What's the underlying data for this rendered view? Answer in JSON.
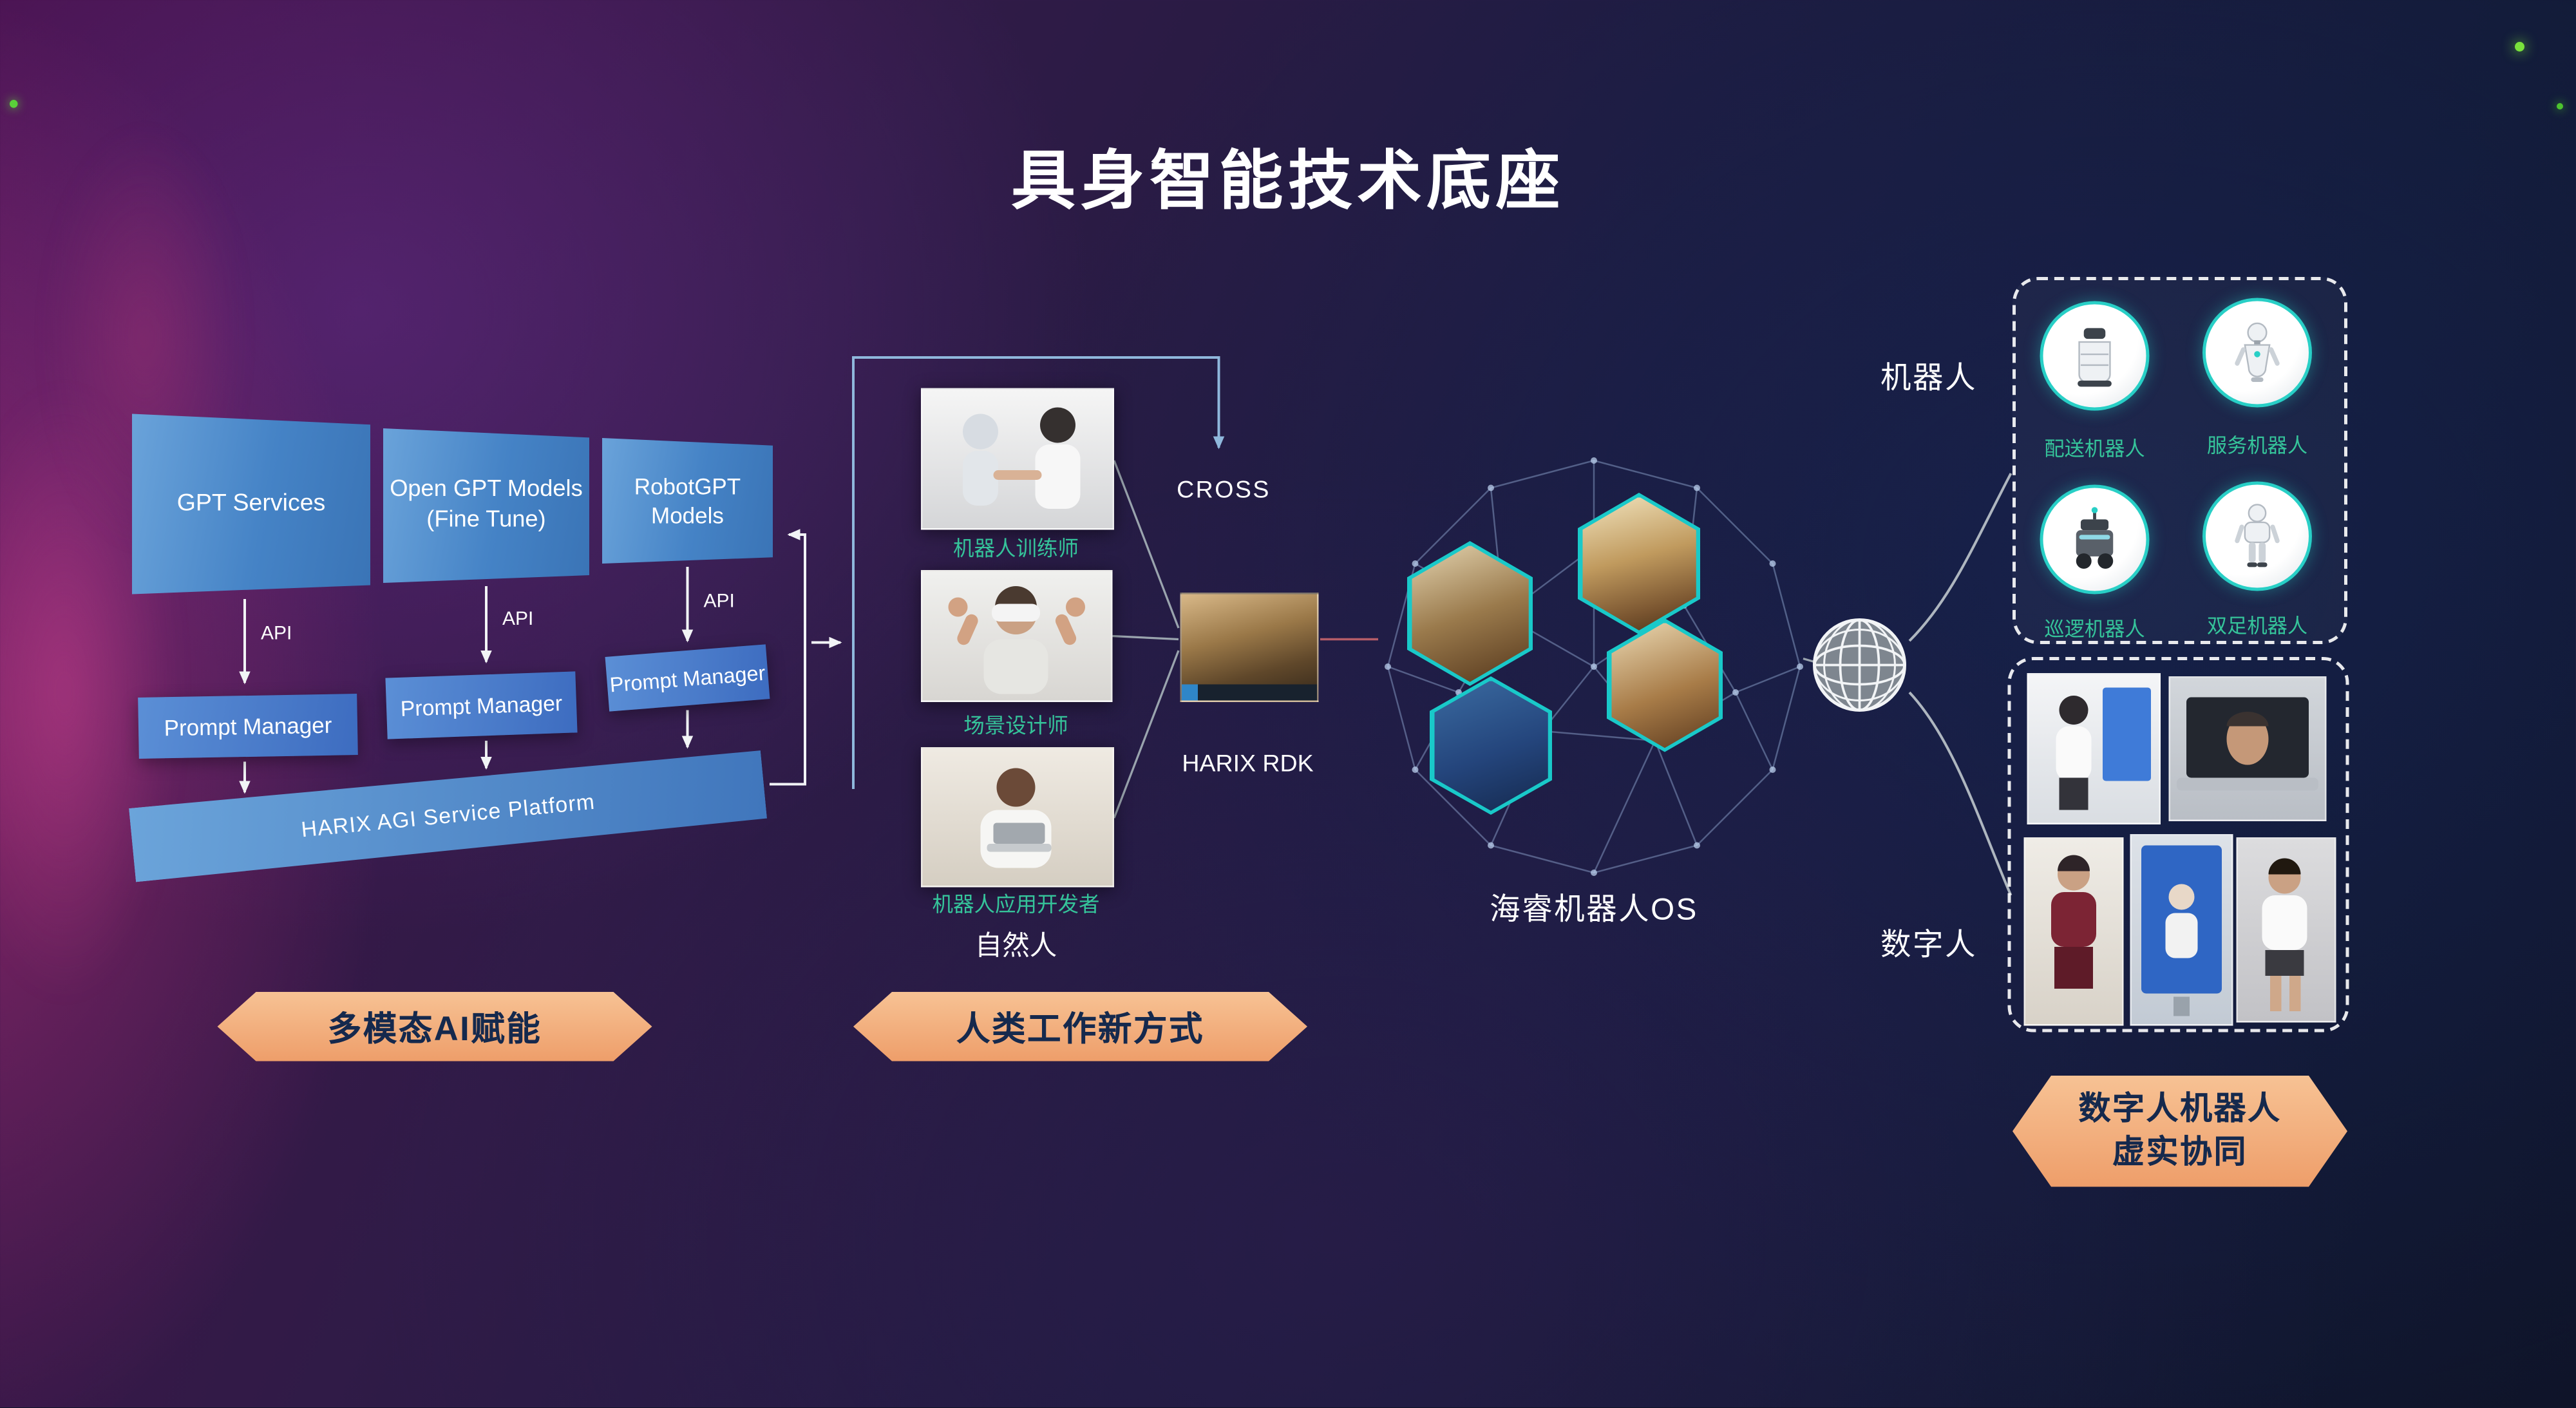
{
  "title": "具身智能技术底座",
  "left": {
    "gpt_boxes": [
      {
        "label": "GPT Services"
      },
      {
        "label": "Open GPT Models\n(Fine Tune)"
      },
      {
        "label": "RobotGPT\nModels"
      }
    ],
    "api_label": "API",
    "prompt_manager_label": "Prompt Manager",
    "platform_label": "HARIX AGI Service Platform",
    "banner": "多模态AI赋能"
  },
  "middle": {
    "people": [
      {
        "caption": "机器人训练师"
      },
      {
        "caption": "场景设计师"
      },
      {
        "caption": "机器人应用开发者"
      }
    ],
    "group_label": "自然人",
    "cross_label": "CROSS",
    "rdk_label": "HARIX RDK",
    "banner": "人类工作新方式"
  },
  "os": {
    "label": "海睿机器人OS"
  },
  "right": {
    "robot_group_label": "机器人",
    "robots": [
      {
        "label": "配送机器人"
      },
      {
        "label": "服务机器人"
      },
      {
        "label": "巡逻机器人"
      },
      {
        "label": "双足机器人"
      }
    ],
    "digital_group_label": "数字人",
    "banner_line1": "数字人机器人",
    "banner_line2": "虚实协同"
  },
  "colors": {
    "accent_teal": "#28cfc6",
    "caption_green": "#35c49a",
    "banner_orange": "#ee9e6a",
    "box_blue": "#4583c6",
    "banner_text": "#15294d"
  }
}
